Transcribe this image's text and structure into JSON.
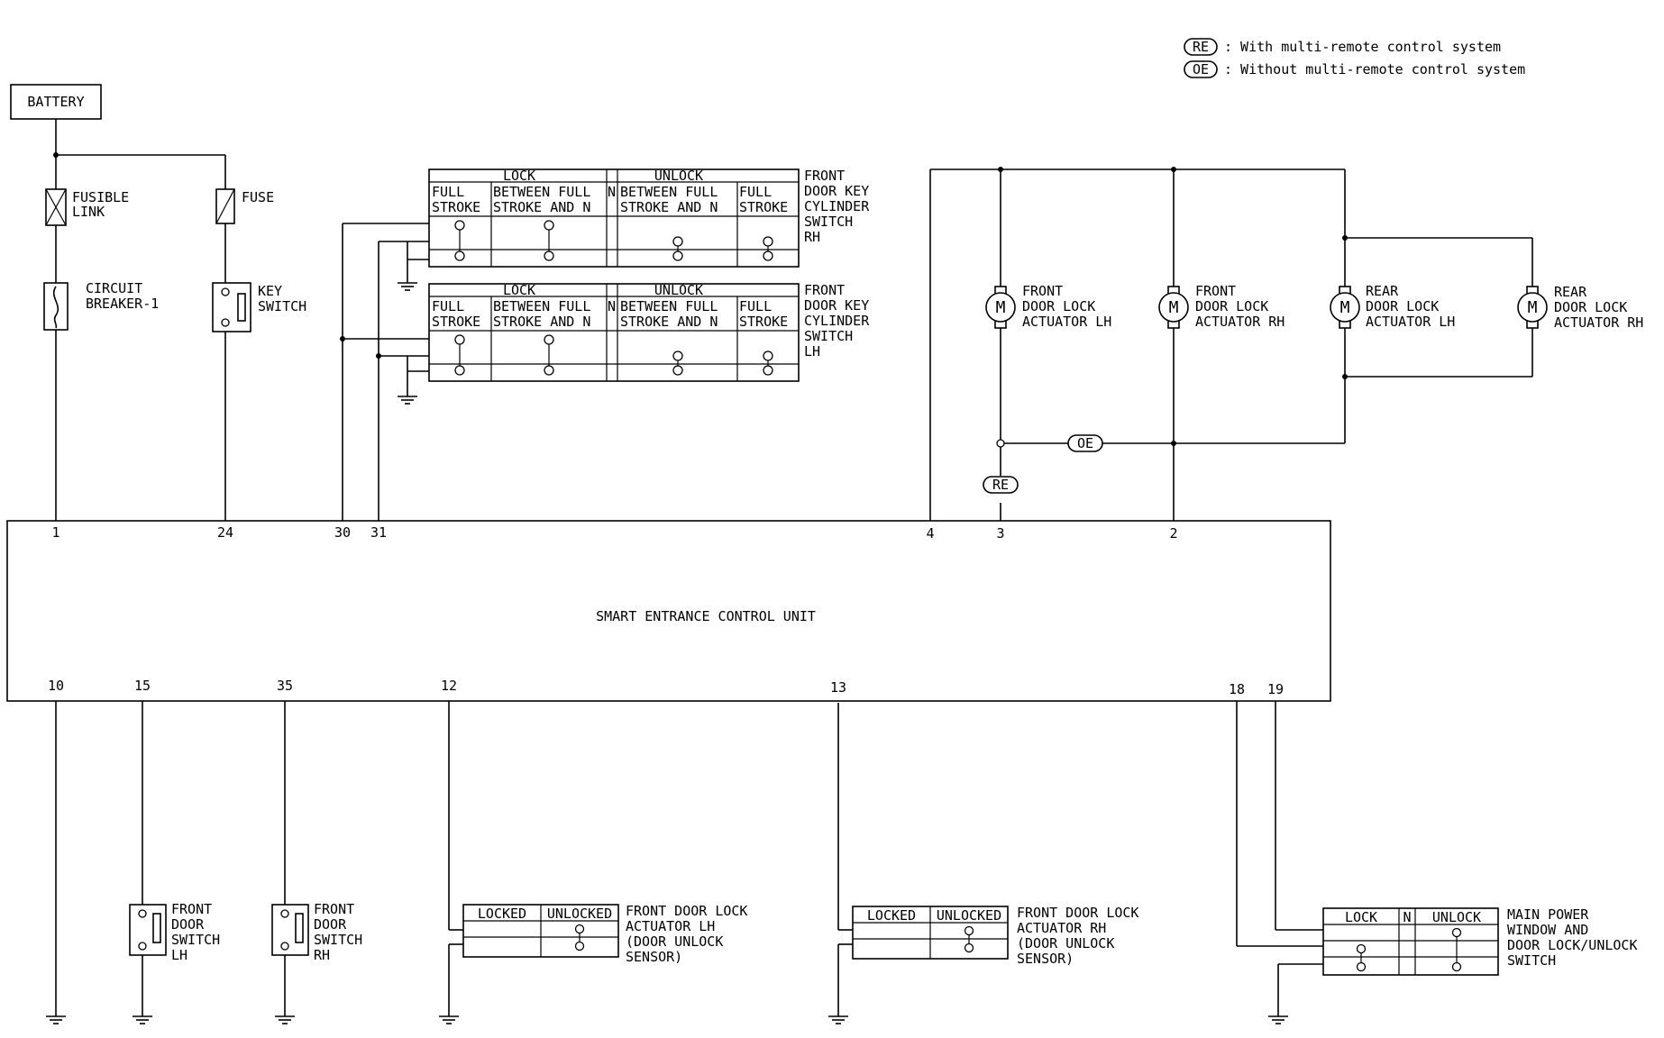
{
  "legend": {
    "re_code": "RE",
    "re_text": ": With multi-remote control system",
    "oe_code": "OE",
    "oe_text": ": Without multi-remote control system"
  },
  "labels": {
    "battery": "BATTERY",
    "fusible_link_1": "FUSIBLE",
    "fusible_link_2": "LINK",
    "fuse": "FUSE",
    "circuit_breaker_1": "CIRCUIT",
    "circuit_breaker_2": "BREAKER-1",
    "key_switch_1": "KEY",
    "key_switch_2": "SWITCH",
    "control_unit": "SMART ENTRANCE CONTROL UNIT"
  },
  "key_cylinder_rh": {
    "name_lines": [
      "FRONT",
      "DOOR KEY",
      "CYLINDER",
      "SWITCH",
      "RH"
    ],
    "lock": "LOCK",
    "unlock": "UNLOCK",
    "full_1": "FULL",
    "full_2": "STROKE",
    "between_1": "BETWEEN FULL",
    "between_2": "STROKE AND N",
    "n": "N"
  },
  "key_cylinder_lh": {
    "name_lines": [
      "FRONT",
      "DOOR KEY",
      "CYLINDER",
      "SWITCH",
      "LH"
    ],
    "lock": "LOCK",
    "unlock": "UNLOCK",
    "full_1": "FULL",
    "full_2": "STROKE",
    "between_1": "BETWEEN FULL",
    "between_2": "STROKE AND N",
    "n": "N"
  },
  "actuators": [
    {
      "lines": [
        "FRONT",
        "DOOR LOCK",
        "ACTUATOR LH"
      ],
      "symbol": "M"
    },
    {
      "lines": [
        "FRONT",
        "DOOR LOCK",
        "ACTUATOR RH"
      ],
      "symbol": "M"
    },
    {
      "lines": [
        "REAR",
        "DOOR LOCK",
        "ACTUATOR LH"
      ],
      "symbol": "M"
    },
    {
      "lines": [
        "REAR",
        "DOOR LOCK",
        "ACTUATOR RH"
      ],
      "symbol": "M"
    }
  ],
  "option_tags": {
    "oe": "OE",
    "re": "RE"
  },
  "pins_top": [
    "1",
    "24",
    "30",
    "31",
    "4",
    "3",
    "2"
  ],
  "pins_bottom": [
    "10",
    "15",
    "35",
    "12",
    "13",
    "18",
    "19"
  ],
  "door_switch_lh": {
    "lines": [
      "FRONT",
      "DOOR",
      "SWITCH",
      "LH"
    ]
  },
  "door_switch_rh": {
    "lines": [
      "FRONT",
      "DOOR",
      "SWITCH",
      "RH"
    ]
  },
  "sensor_lh": {
    "locked": "LOCKED",
    "unlocked": "UNLOCKED",
    "lines": [
      "FRONT DOOR LOCK",
      "ACTUATOR LH",
      "(DOOR UNLOCK",
      "SENSOR)"
    ]
  },
  "sensor_rh": {
    "locked": "LOCKED",
    "unlocked": "UNLOCKED",
    "lines": [
      "FRONT DOOR LOCK",
      "ACTUATOR RH",
      "(DOOR UNLOCK",
      "SENSOR)"
    ]
  },
  "main_switch": {
    "lock": "LOCK",
    "n": "N",
    "unlock": "UNLOCK",
    "lines": [
      "MAIN POWER",
      "WINDOW AND",
      "DOOR LOCK/UNLOCK",
      "SWITCH"
    ]
  }
}
